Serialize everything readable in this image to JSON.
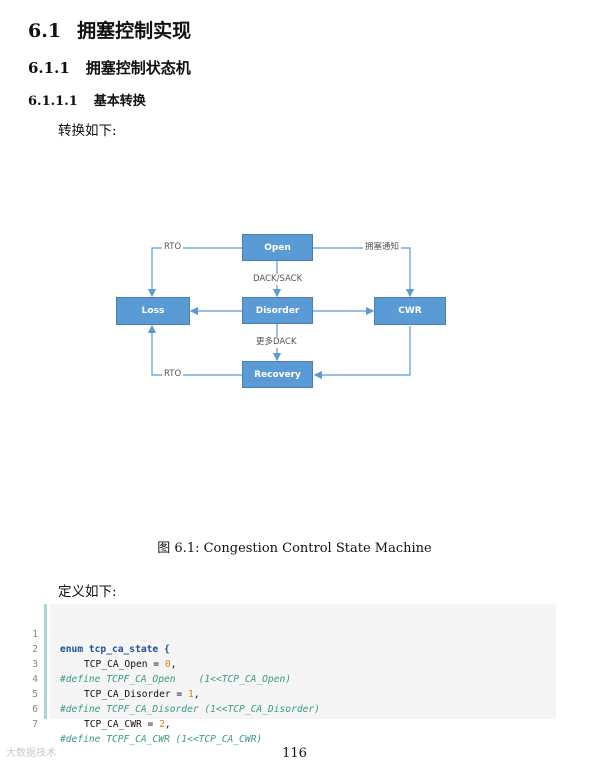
{
  "headings": {
    "h1": {
      "number": "6.1",
      "title": "拥塞控制实现"
    },
    "h2": {
      "number": "6.1.1",
      "title": "拥塞控制状态机"
    },
    "h3": {
      "number": "6.1.1.1",
      "title": "基本转换"
    }
  },
  "paragraphs": {
    "transition_intro": "转换如下:",
    "definition_intro": "定义如下:"
  },
  "diagram": {
    "nodes": {
      "open": "Open",
      "disorder": "Disorder",
      "loss": "Loss",
      "cwr": "CWR",
      "recovery": "Recovery"
    },
    "edges": {
      "open_to_loss": "RTO",
      "open_to_cwr": "拥塞通知",
      "open_to_disorder": "DACK/SACK",
      "disorder_to_recovery": "更多DACK",
      "recovery_to_loss": "RTO"
    },
    "node_color": "#5b9bd5"
  },
  "caption": "图 6.1: Congestion Control State Machine",
  "code": {
    "lines": [
      {
        "no": "1",
        "text": "enum tcp_ca_state {"
      },
      {
        "no": "2",
        "text": "TCP_CA_Open = 0,"
      },
      {
        "no": "3",
        "text": "#define TCPF_CA_Open    (1<<TCP_CA_Open)"
      },
      {
        "no": "4",
        "text": "TCP_CA_Disorder = 1,"
      },
      {
        "no": "5",
        "text": "#define TCPF_CA_Disorder (1<<TCP_CA_Disorder)"
      },
      {
        "no": "6",
        "text": "TCP_CA_CWR = 2,"
      },
      {
        "no": "7",
        "text": "#define TCPF_CA_CWR (1<<TCP_CA_CWR)"
      }
    ]
  },
  "page_number": "116",
  "watermark": "大数据技术"
}
